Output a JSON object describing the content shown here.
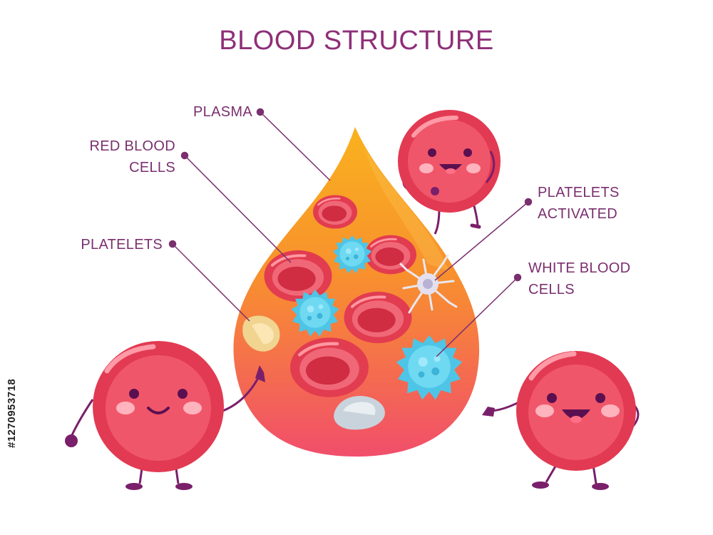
{
  "title": "BLOOD STRUCTURE",
  "labels": {
    "plasma": "PLASMA",
    "red_blood_cells": [
      "RED BLOOD",
      "CELLS"
    ],
    "platelets": "PLATELETS",
    "platelets_activated": [
      "PLATELETS",
      "ACTIVATED"
    ],
    "white_blood_cells": [
      "WHITE BLOOD",
      "CELLS"
    ]
  },
  "stock_id": "#1270953718",
  "colors": {
    "title": "#8e2f78",
    "label": "#7a2f6e",
    "leader_line": "#7a2f6e",
    "drop_top": "#f9a81f",
    "drop_bottom": "#f0506a",
    "red_cell": "#e8485a",
    "white_cell": "#5fd3ee",
    "platelet": "#f3dca0"
  }
}
